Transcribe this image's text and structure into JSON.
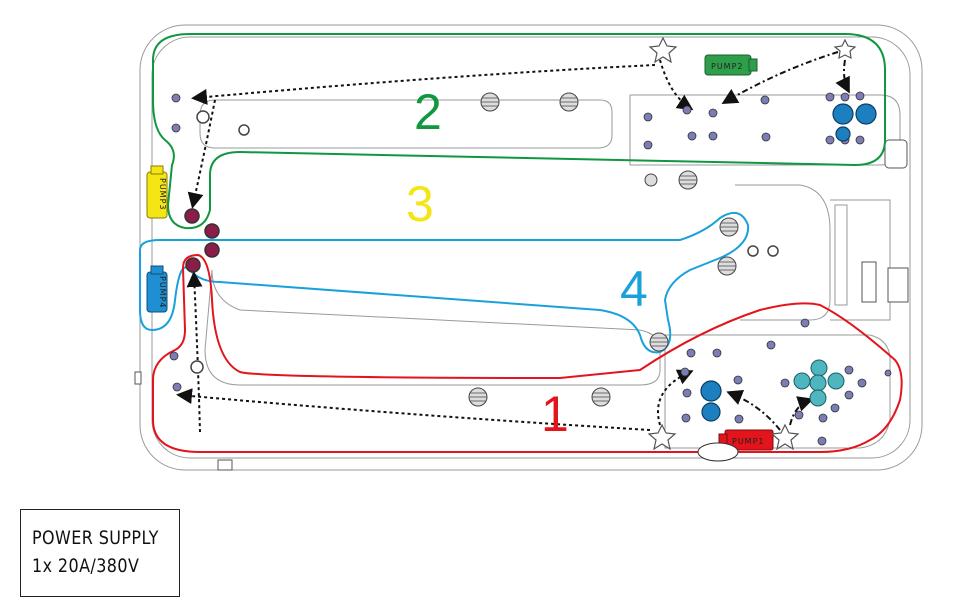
{
  "zones": [
    {
      "number": "1",
      "color": "#e3141b"
    },
    {
      "number": "2",
      "color": "#10973f"
    },
    {
      "number": "3",
      "color": "#f4e515"
    },
    {
      "number": "4",
      "color": "#1aa1dc"
    }
  ],
  "pumps": [
    {
      "label": "PUMP1",
      "color": "#e3141b"
    },
    {
      "label": "PUMP2",
      "color": "#2e9e4a"
    },
    {
      "label": "PUMP3",
      "color": "#f4e515"
    },
    {
      "label": "PUMP4",
      "color": "#1f8fd3"
    }
  ],
  "power_supply": {
    "title": "POWER SUPPLY",
    "spec": "1x 20A/380V"
  }
}
